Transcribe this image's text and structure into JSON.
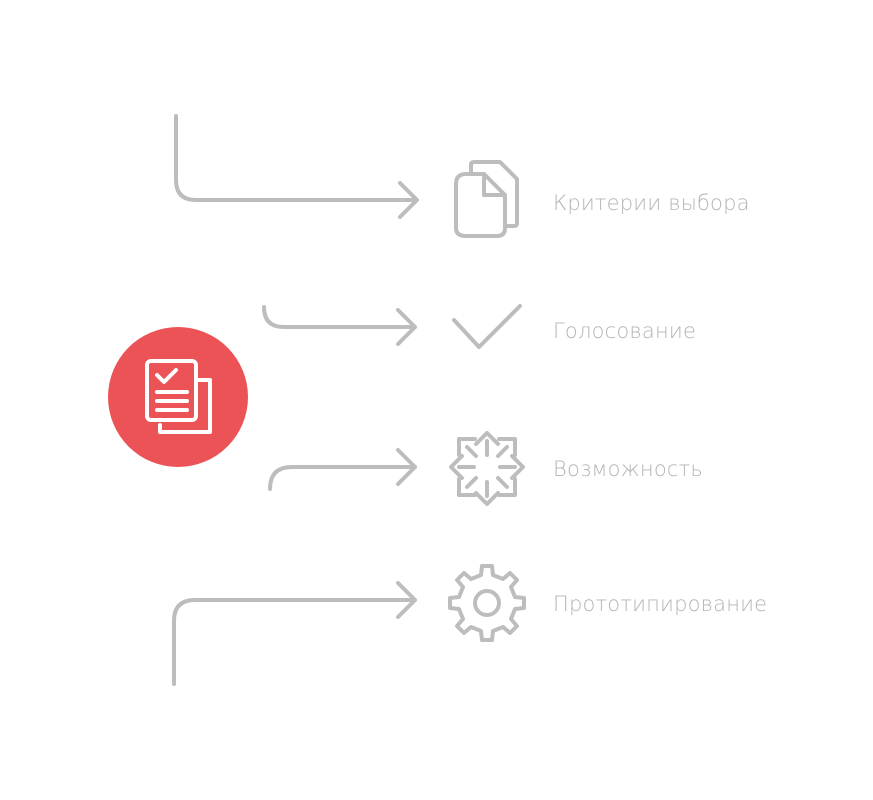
{
  "colors": {
    "connector": "#bdbdbd",
    "icon": "#bdbdbd",
    "label_text": "#b4b4b4",
    "hub_fill": "#ec5356",
    "hub_icon": "#ffffff"
  },
  "hub": {
    "icon": "document-check-icon"
  },
  "steps": [
    {
      "label": "Критерии выбора",
      "icon": "documents-icon"
    },
    {
      "label": "Голосование",
      "icon": "checkmark-icon"
    },
    {
      "label": "Возможность",
      "icon": "arrows-expand-icon"
    },
    {
      "label": "Прототипирование",
      "icon": "gear-icon"
    }
  ]
}
